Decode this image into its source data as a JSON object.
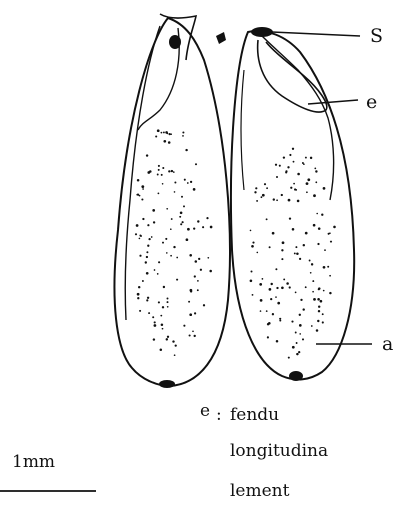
{
  "labels": {
    "S": "S",
    "e": "e",
    "a": "a"
  },
  "caption": {
    "key": "e",
    "separator": ":",
    "line1": "fendu",
    "line2": "longitudina",
    "line3": "lement"
  },
  "scale_bar": {
    "label": "1mm"
  },
  "colors": {
    "ink": "#111111",
    "paper": "#ffffff"
  }
}
